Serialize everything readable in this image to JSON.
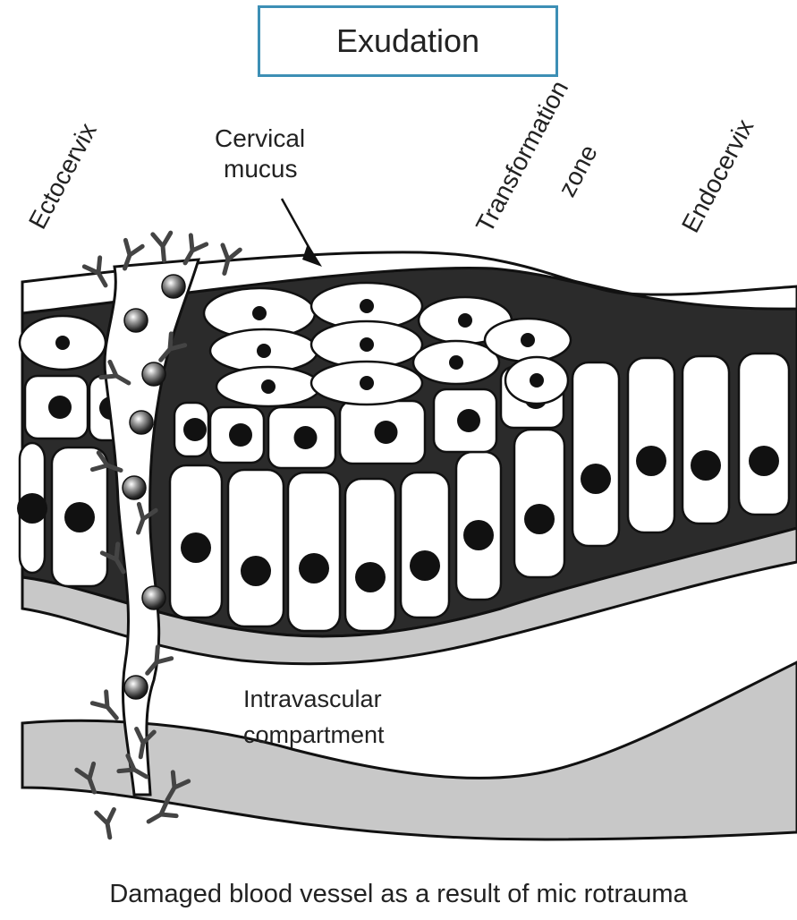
{
  "title": "Exudation",
  "labels": {
    "ectocervix": "Ectocervix",
    "cervical_mucus_line1": "Cervical",
    "cervical_mucus_line2": "mucus",
    "transformation_line1": "Transformation",
    "transformation_line2": "zone",
    "endocervix": "Endocervix",
    "intravascular_line1": "Intravascular",
    "intravascular_line2": "compartment"
  },
  "caption": "Damaged blood vessel as a result of mic rotrauma",
  "colors": {
    "outline": "#111111",
    "tissue_dark": "#2b2b2b",
    "membrane_gray": "#c8c8c8",
    "cell_fill": "#ffffff",
    "title_border": "#3d8fb5"
  }
}
